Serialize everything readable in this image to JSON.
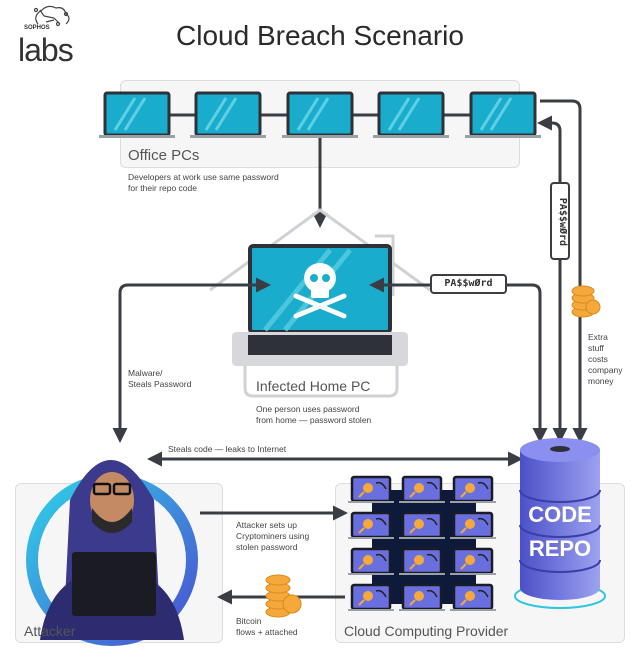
{
  "logo": {
    "brand": "SOPHOS",
    "name": "labs"
  },
  "title": "Cloud Breach Scenario",
  "office": {
    "label": "Office PCs",
    "caption_1": "Developers at work use same password",
    "caption_2": "for their repo code"
  },
  "home": {
    "label": "Infected Home PC",
    "caption_1": "One person uses password",
    "caption_2": "from home — password stolen"
  },
  "malware": {
    "line_1": "Malware/",
    "line_2": "Steals Password"
  },
  "password_label": "PA$$wØrd",
  "extra_cost": {
    "lines": [
      "Extra",
      "stuff",
      "costs",
      "company",
      "money"
    ]
  },
  "steals_code": "Steals code — leaks to Internet",
  "cryptominers": {
    "line_1": "Attacker sets up",
    "line_2": "Cryptominers using",
    "line_3": "stolen password"
  },
  "bitcoin": {
    "line_1": "Bitcoin",
    "line_2": "flows + attached"
  },
  "attacker": {
    "label": "Attacker"
  },
  "cloud": {
    "label": "Cloud Computing Provider"
  },
  "repo": {
    "line_1": "CODE",
    "line_2": "REPO"
  },
  "colors": {
    "teal": "#1aaccc",
    "dark": "#2e3138",
    "purple": "#5a5fd6",
    "coin": "#f4a93a"
  }
}
